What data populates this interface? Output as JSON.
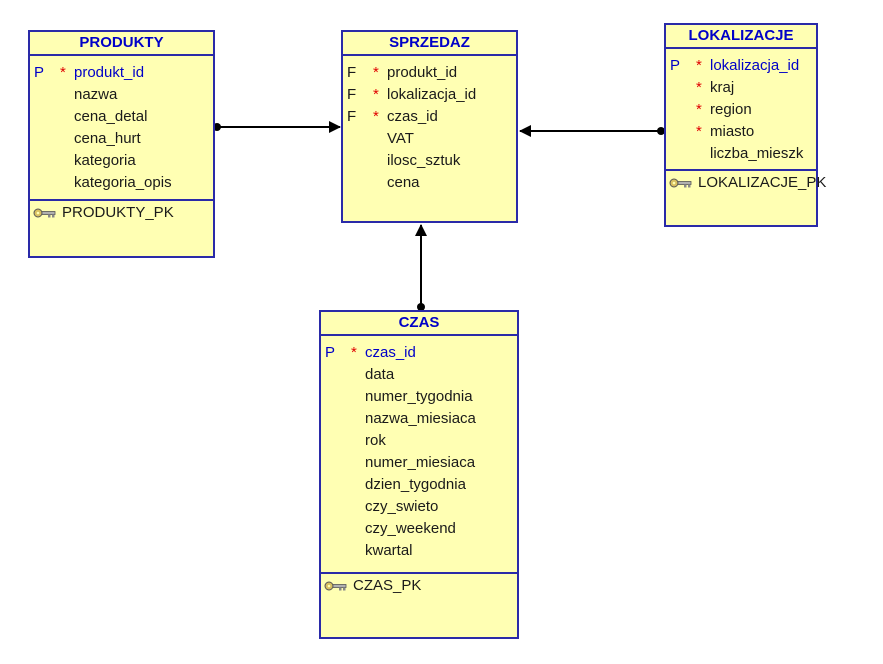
{
  "entities": {
    "produkty": {
      "name": "PRODUKTY",
      "columns": [
        {
          "flag": "P",
          "required": "*",
          "name": "produkt_id"
        },
        {
          "flag": "",
          "required": "",
          "name": "nazwa"
        },
        {
          "flag": "",
          "required": "",
          "name": "cena_detal"
        },
        {
          "flag": "",
          "required": "",
          "name": "cena_hurt"
        },
        {
          "flag": "",
          "required": "",
          "name": "kategoria"
        },
        {
          "flag": "",
          "required": "",
          "name": "kategoria_opis"
        }
      ],
      "key": "PRODUKTY_PK"
    },
    "sprzedaz": {
      "name": "SPRZEDAZ",
      "columns": [
        {
          "flag": "F",
          "required": "*",
          "name": "produkt_id"
        },
        {
          "flag": "F",
          "required": "*",
          "name": "lokalizacja_id"
        },
        {
          "flag": "F",
          "required": "*",
          "name": "czas_id"
        },
        {
          "flag": "",
          "required": "",
          "name": "VAT"
        },
        {
          "flag": "",
          "required": "",
          "name": "ilosc_sztuk"
        },
        {
          "flag": "",
          "required": "",
          "name": "cena"
        }
      ]
    },
    "lokalizacje": {
      "name": "LOKALIZACJE",
      "columns": [
        {
          "flag": "P",
          "required": "*",
          "name": "lokalizacja_id"
        },
        {
          "flag": "",
          "required": "*",
          "name": "kraj"
        },
        {
          "flag": "",
          "required": "*",
          "name": "region"
        },
        {
          "flag": "",
          "required": "*",
          "name": "miasto"
        },
        {
          "flag": "",
          "required": "",
          "name": "liczba_mieszk"
        }
      ],
      "key": "LOKALIZACJE_PK"
    },
    "czas": {
      "name": "CZAS",
      "columns": [
        {
          "flag": "P",
          "required": "*",
          "name": "czas_id"
        },
        {
          "flag": "",
          "required": "",
          "name": "data"
        },
        {
          "flag": "",
          "required": "",
          "name": "numer_tygodnia"
        },
        {
          "flag": "",
          "required": "",
          "name": "nazwa_miesiaca"
        },
        {
          "flag": "",
          "required": "",
          "name": "rok"
        },
        {
          "flag": "",
          "required": "",
          "name": "numer_miesiaca"
        },
        {
          "flag": "",
          "required": "",
          "name": "dzien_tygodnia"
        },
        {
          "flag": "",
          "required": "",
          "name": "czy_swieto"
        },
        {
          "flag": "",
          "required": "",
          "name": "czy_weekend"
        },
        {
          "flag": "",
          "required": "",
          "name": "kwartal"
        }
      ],
      "key": "CZAS_PK"
    }
  },
  "relationships": [
    {
      "from": "produkty",
      "to": "sprzedaz"
    },
    {
      "from": "lokalizacje",
      "to": "sprzedaz"
    },
    {
      "from": "czas",
      "to": "sprzedaz"
    }
  ],
  "colors": {
    "entity_fill": "#ffffb3",
    "entity_border": "#2a2aa8",
    "title_text": "#0000c8",
    "required_marker": "#e00000",
    "connector": "#000000"
  },
  "icons": {
    "key": "key-icon"
  }
}
